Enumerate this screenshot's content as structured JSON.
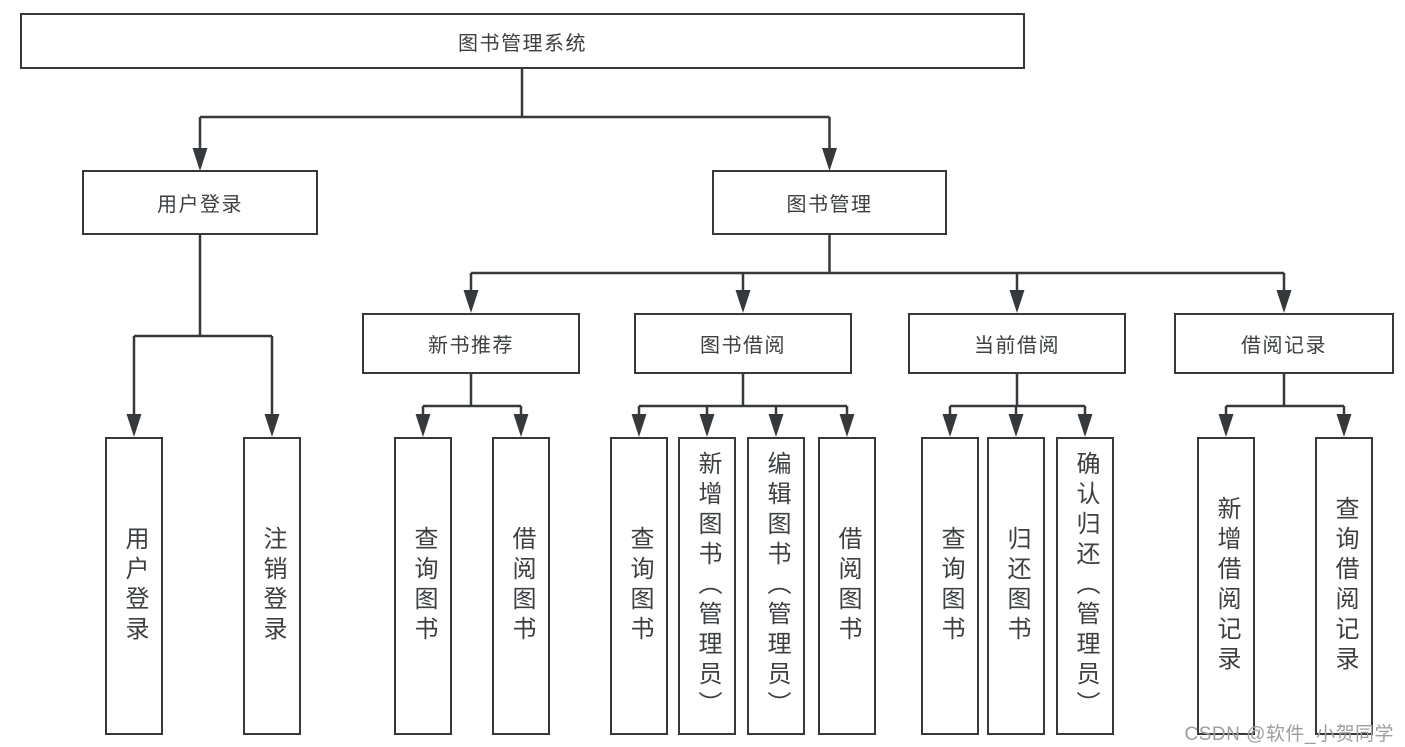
{
  "tree": {
    "label": "图书管理系统",
    "children": [
      {
        "label": "用户登录",
        "children": [
          {
            "label": "用户登录"
          },
          {
            "label": "注销登录"
          }
        ]
      },
      {
        "label": "图书管理",
        "children": [
          {
            "label": "新书推荐",
            "children": [
              {
                "label": "查询图书"
              },
              {
                "label": "借阅图书"
              }
            ]
          },
          {
            "label": "图书借阅",
            "children": [
              {
                "label": "查询图书"
              },
              {
                "label": "新增图书（管理员）"
              },
              {
                "label": "编辑图书（管理员）"
              },
              {
                "label": "借阅图书"
              }
            ]
          },
          {
            "label": "当前借阅",
            "children": [
              {
                "label": "查询图书"
              },
              {
                "label": "归还图书"
              },
              {
                "label": "确认归还（管理员）"
              }
            ]
          },
          {
            "label": "借阅记录",
            "children": [
              {
                "label": "新增借阅记录"
              },
              {
                "label": "查询借阅记录"
              }
            ]
          }
        ]
      }
    ]
  },
  "watermark": {
    "text": "CSDN @软件_小贺同学"
  },
  "colors": {
    "line": "#36393c",
    "box_border": "#36393c",
    "text": "#3c4043",
    "watermark": "#9e9e9e",
    "background": "#ffffff"
  }
}
